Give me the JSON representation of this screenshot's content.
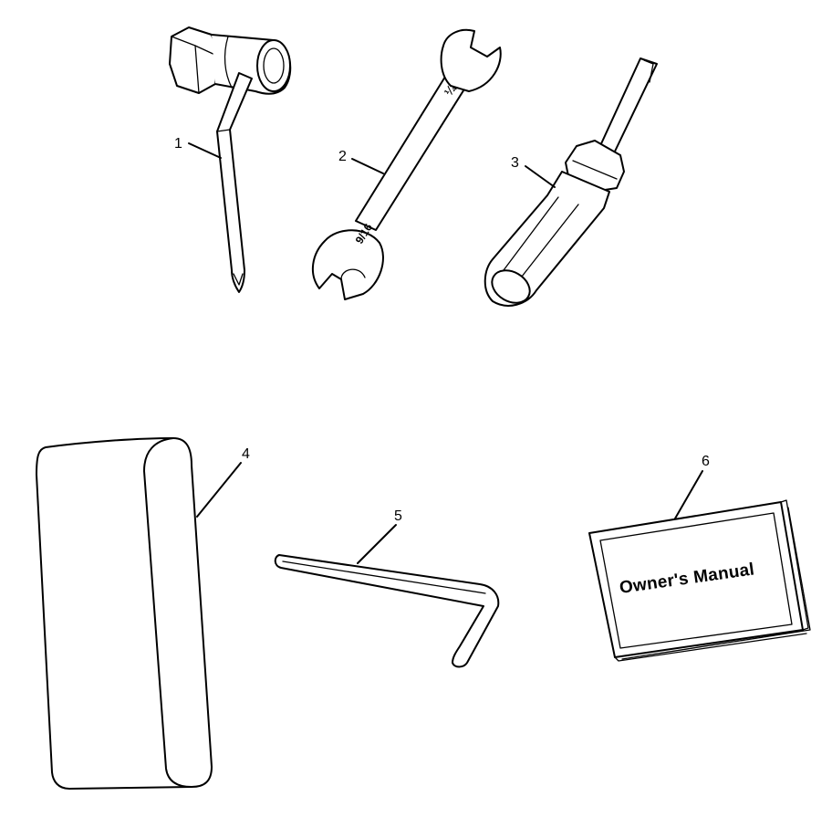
{
  "parts": [
    {
      "number": "1",
      "icon": "spark-plug-wrench-icon"
    },
    {
      "number": "2",
      "icon": "open-end-wrench-icon"
    },
    {
      "number": "3",
      "icon": "screwdriver-icon"
    },
    {
      "number": "4",
      "icon": "tool-pouch-icon"
    },
    {
      "number": "5",
      "icon": "hex-key-icon"
    },
    {
      "number": "6",
      "icon": "owners-manual-icon"
    }
  ],
  "wrench_marks": {
    "upper": "¼",
    "lower": "9/16"
  },
  "manual": {
    "cover_text": "Owner's Manual"
  },
  "colors": {
    "line": "#000000",
    "background": "#ffffff"
  }
}
